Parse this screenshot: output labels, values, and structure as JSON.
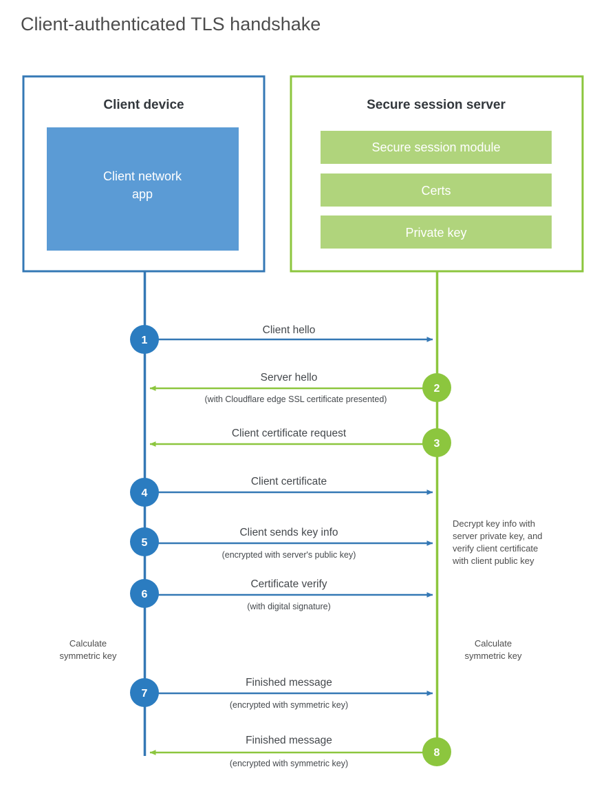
{
  "title": "Client-authenticated TLS handshake",
  "colors": {
    "client_blue": "#3478b5",
    "client_blue_fill": "#5b9bd5",
    "server_green": "#8cc63e",
    "server_green_fill": "#b0d47c",
    "text_dark": "#44484c",
    "title_gray": "#4d4d4d",
    "background": "#ffffff"
  },
  "client_box": {
    "title": "Client device",
    "inner_label": "Client network app",
    "inner_label_lines": [
      "Client network",
      "app"
    ]
  },
  "server_box": {
    "title": "Secure session server",
    "modules": [
      {
        "label": "Secure session module"
      },
      {
        "label": "Certs"
      },
      {
        "label": "Private key"
      }
    ]
  },
  "lifelines": {
    "client_label": "Client device lifeline",
    "server_label": "Secure session server lifeline"
  },
  "steps": [
    {
      "num": "1",
      "label": "Client hello",
      "sub": "",
      "direction": "client-to-server",
      "color": "client"
    },
    {
      "num": "2",
      "label": "Server hello",
      "sub": "(with Cloudflare edge SSL certificate presented)",
      "direction": "server-to-client",
      "color": "server"
    },
    {
      "num": "3",
      "label": "Client certificate request",
      "sub": "",
      "direction": "server-to-client",
      "color": "server"
    },
    {
      "num": "4",
      "label": "Client certificate",
      "sub": "",
      "direction": "client-to-server",
      "color": "client"
    },
    {
      "num": "5",
      "label": "Client sends key info",
      "sub": "(encrypted with server's public key)",
      "direction": "client-to-server",
      "color": "client"
    },
    {
      "num": "6",
      "label": "Certificate verify",
      "sub": "(with digital signature)",
      "direction": "client-to-server",
      "color": "client"
    },
    {
      "num": "7",
      "label": "Finished message",
      "sub": "(encrypted with symmetric key)",
      "direction": "client-to-server",
      "color": "client"
    },
    {
      "num": "8",
      "label": "Finished message",
      "sub": "(encrypted with symmetric key)",
      "direction": "server-to-client",
      "color": "server"
    }
  ],
  "annotations": {
    "server_decrypt_note_lines": [
      "Decrypt key info with",
      "server private key, and",
      "verify client certificate",
      "with client public key"
    ],
    "server_decrypt_note": "Decrypt key info with server private key, and verify client certificate with client public key",
    "client_calc_lines": [
      "Calculate",
      "symmetric key"
    ],
    "client_calc": "Calculate symmetric key",
    "server_calc_lines": [
      "Calculate",
      "symmetric key"
    ],
    "server_calc": "Calculate symmetric key"
  }
}
